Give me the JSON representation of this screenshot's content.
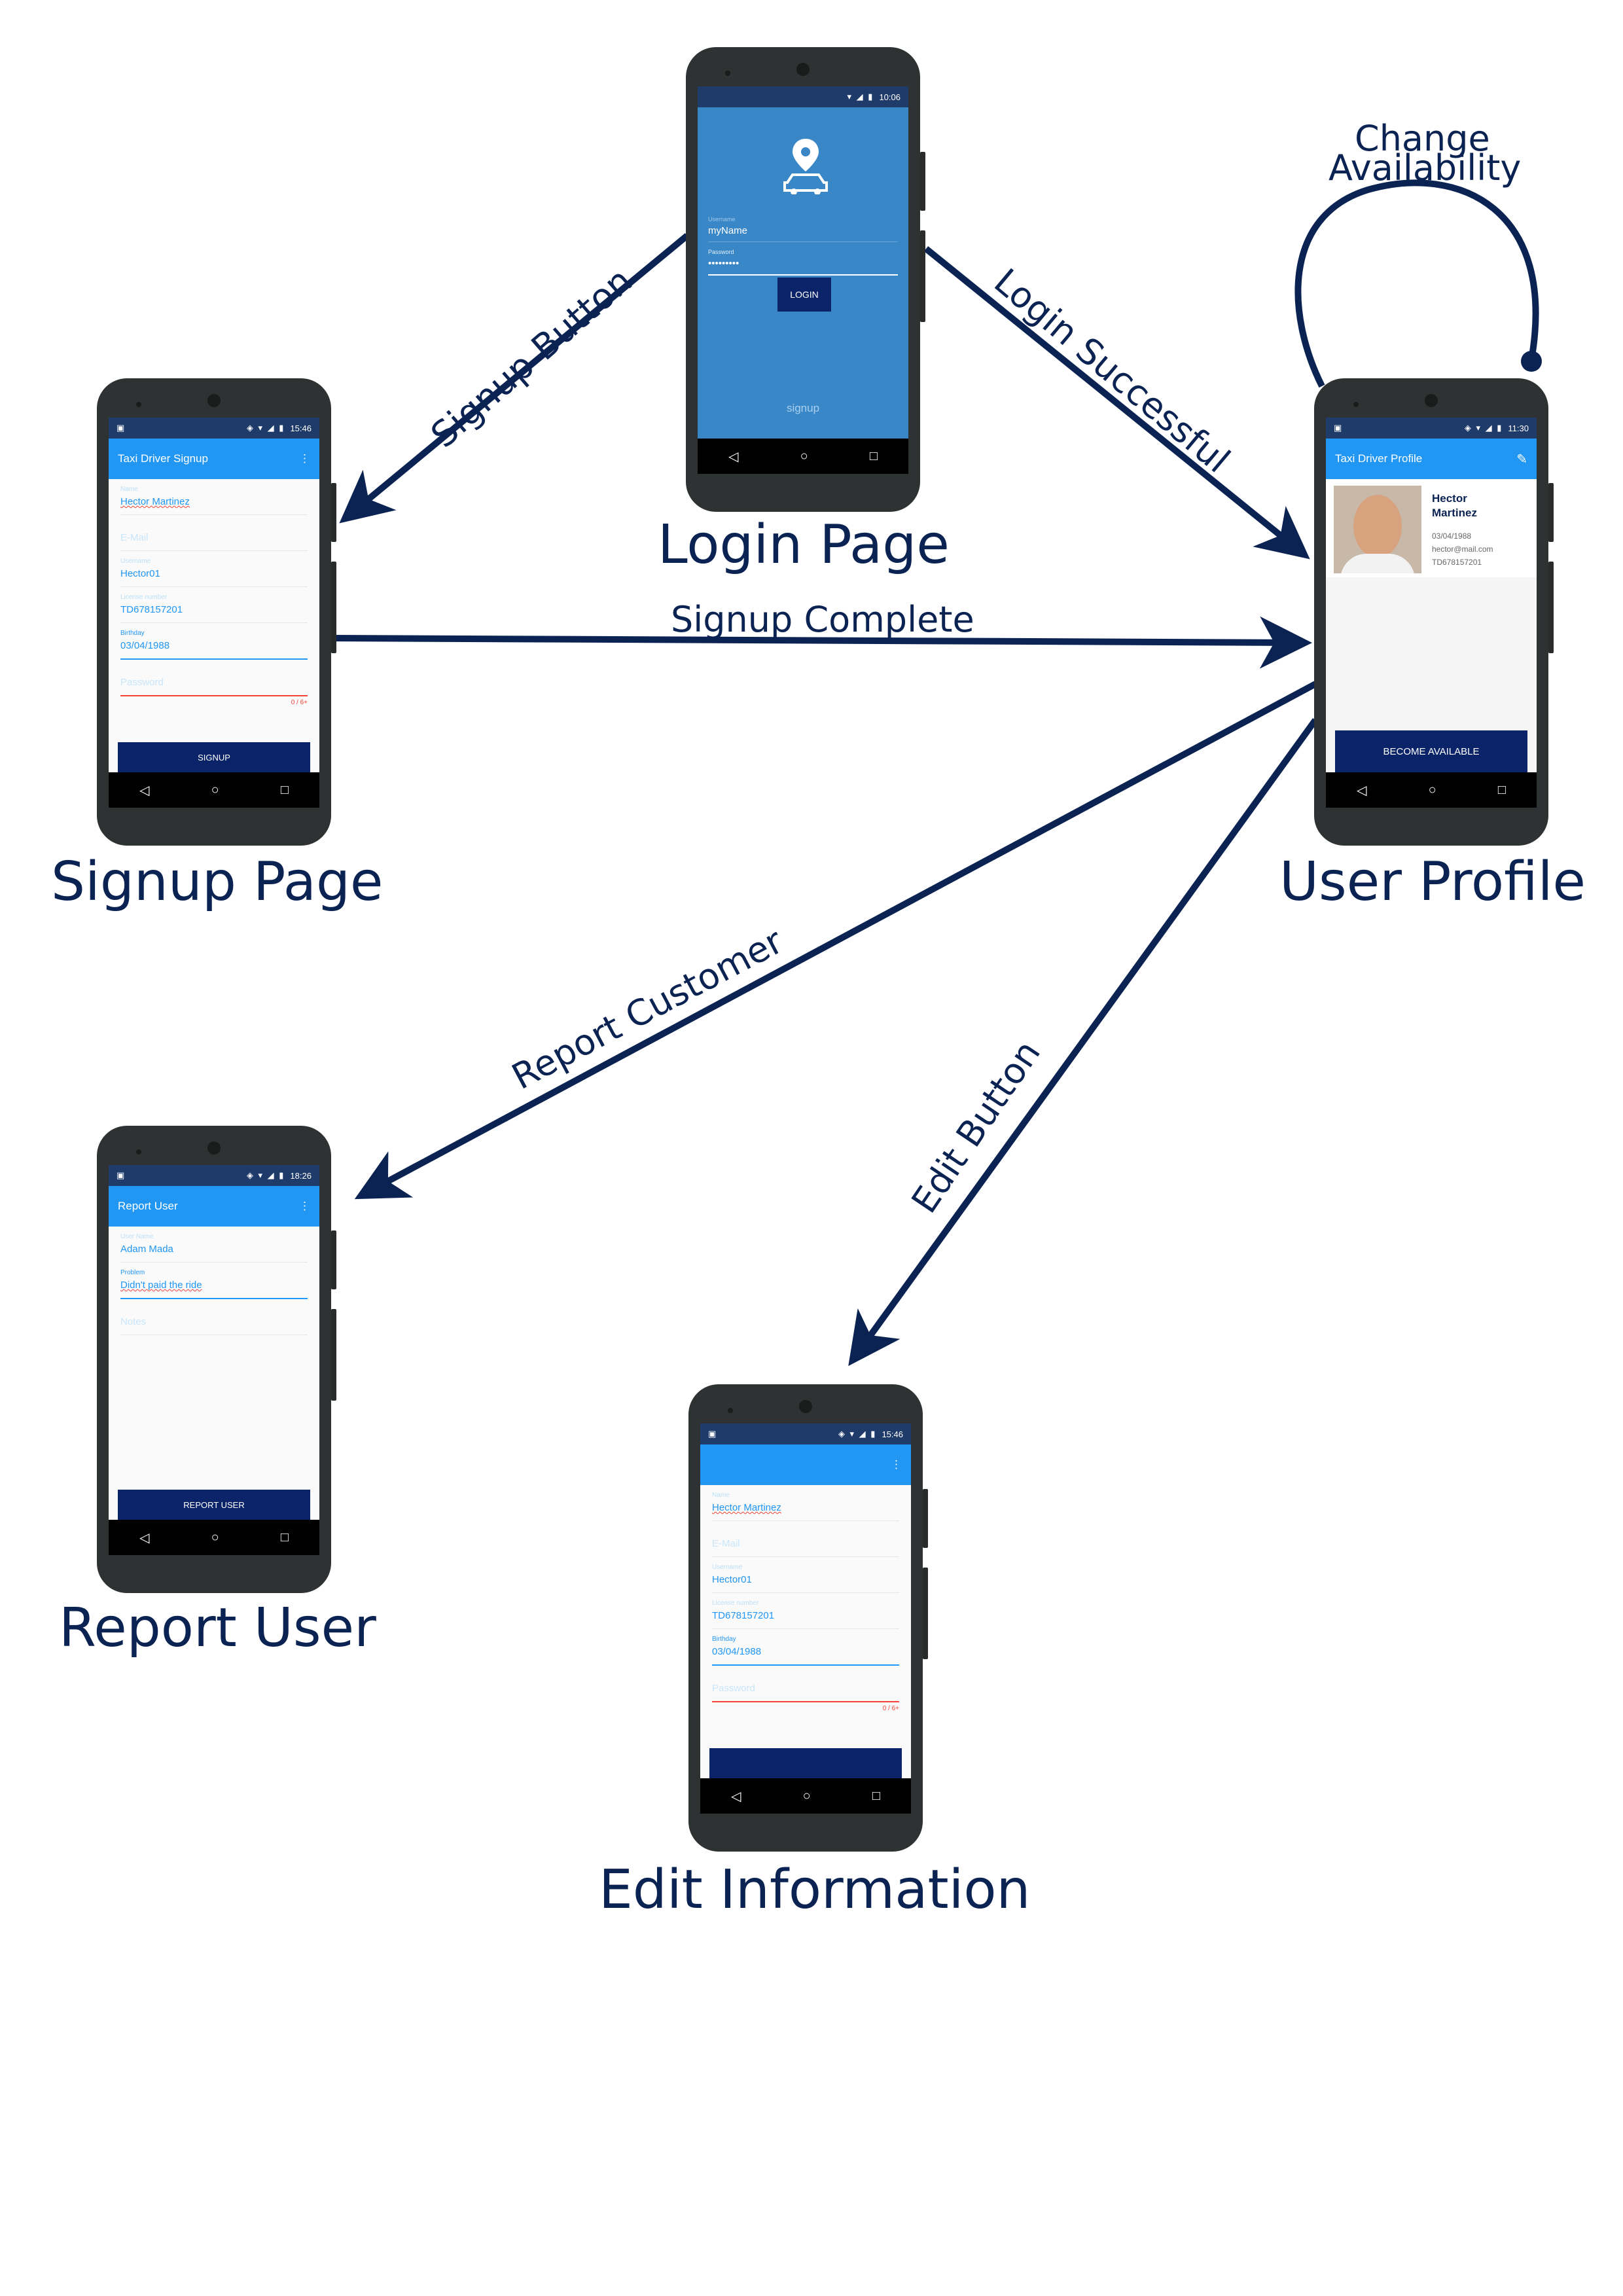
{
  "diagram": {
    "pages": {
      "login": "Login Page",
      "signup": "Signup Page",
      "profile": "User Profile",
      "report": "Report User",
      "edit": "Edit Information"
    },
    "edges": {
      "signup_button": "Signup Button",
      "login_successful": "Login Successful",
      "signup_complete": "Signup Complete",
      "report_customer": "Report Customer",
      "edit_button": "Edit Button",
      "change_availability_1": "Change",
      "change_availability_2": "Availability"
    },
    "colors": {
      "line": "#0b2352",
      "appbar": "#2196f3",
      "login_bg": "#3a87c8",
      "button": "#0b2469"
    }
  },
  "login_screen": {
    "time": "10:06",
    "username_label": "Username",
    "username_value": "myName",
    "password_label": "Password",
    "password_value": "•••••••••",
    "login_button": "LOGIN",
    "signup_link": "signup",
    "icon": "taxi-location-icon"
  },
  "signup_screen": {
    "time": "15:46",
    "title": "Taxi Driver Signup",
    "name_label": "Name",
    "name_value": "Hector Martinez",
    "email_placeholder": "E-Mail",
    "username_label": "Username",
    "username_value": "Hector01",
    "license_label": "License number",
    "license_value": "TD678157201",
    "birthday_label": "Birthday",
    "birthday_value": "03/04/1988",
    "password_placeholder": "Password",
    "counter": "0 / 6+",
    "button": "SIGNUP"
  },
  "profile_screen": {
    "time": "11:30",
    "title": "Taxi Driver Profile",
    "first_name": "Hector",
    "last_name": "Martinez",
    "birthday": "03/04/1988",
    "email": "hector@mail.com",
    "license": "TD678157201",
    "button": "BECOME AVAILABLE"
  },
  "report_screen": {
    "time": "18:26",
    "title": "Report User",
    "user_label": "User Name",
    "user_value": "Adam Mada",
    "problem_label": "Problem",
    "problem_value": "Didn't paid the ride",
    "notes_placeholder": "Notes",
    "button": "REPORT USER"
  },
  "edit_screen": {
    "time": "15:46",
    "name_label": "Name",
    "name_value": "Hector Martinez",
    "email_placeholder": "E-Mail",
    "username_label": "Username",
    "username_value": "Hector01",
    "license_label": "License number",
    "license_value": "TD678157201",
    "birthday_label": "Birthday",
    "birthday_value": "03/04/1988",
    "password_placeholder": "Password",
    "counter": "0 / 6+"
  }
}
